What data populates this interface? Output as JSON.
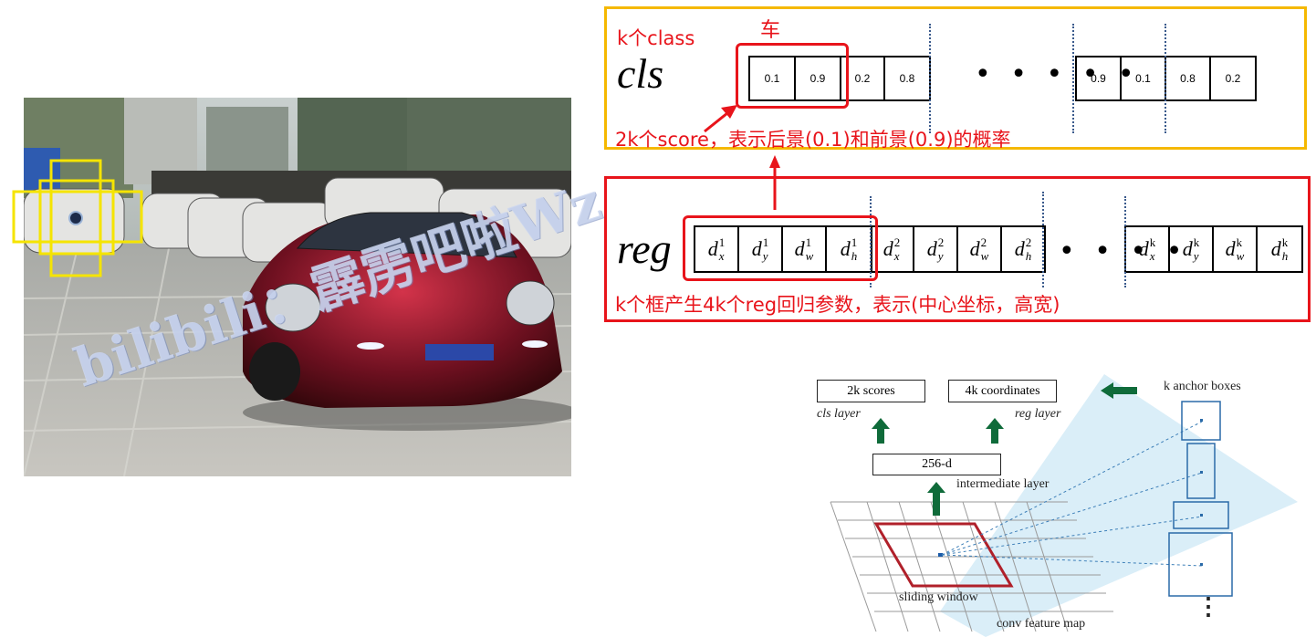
{
  "cls_panel": {
    "title": "k个class",
    "label": "cls",
    "car_label": "车",
    "values_left": [
      "0.1",
      "0.9",
      "0.2",
      "0.8"
    ],
    "ellipsis": "• • • • •",
    "values_right": [
      "0.9",
      "0.1",
      "0.8",
      "0.2"
    ],
    "caption": "2k个score，表示后景(0.1)和前景(0.9)的概率",
    "border_color": "#f5b800"
  },
  "reg_panel": {
    "label": "reg",
    "ellipsis": "• • • •",
    "groups": [
      {
        "sup": "1",
        "subs": [
          "x",
          "y",
          "w",
          "h"
        ]
      },
      {
        "sup": "2",
        "subs": [
          "x",
          "y",
          "w",
          "h"
        ]
      },
      {
        "sup": "k",
        "subs": [
          "x",
          "y",
          "w",
          "h"
        ]
      }
    ],
    "caption": "k个框产生4k个reg回归参数，表示(中心坐标，高宽)",
    "border_color": "#e8141b"
  },
  "diagram": {
    "scores_box": "2k scores",
    "coords_box": "4k coordinates",
    "cls_layer": "cls layer",
    "reg_layer": "reg layer",
    "intermediate_box": "256-d",
    "intermediate_label": "intermediate layer",
    "anchor_label": "k anchor boxes",
    "sliding_window": "sliding window",
    "feature_map": "conv feature map",
    "vertical_dots": "⋮"
  },
  "watermark": "bilibili：霹雳吧啦Wz",
  "colors": {
    "red": "#e8141b",
    "yellow": "#f5d800",
    "green": "#0f6b3a",
    "window": "#b0202a"
  }
}
